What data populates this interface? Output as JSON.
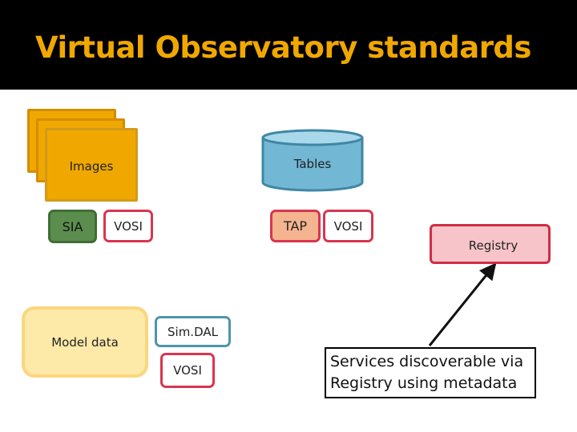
{
  "slide": {
    "title": "Virtual Observatory standards",
    "colors": {
      "title": "#f0a800",
      "banner": "#000000"
    }
  },
  "images": {
    "label": "Images"
  },
  "tables": {
    "label": "Tables"
  },
  "sia": {
    "label": "SIA"
  },
  "vosi_images": {
    "label": "VOSI"
  },
  "tap": {
    "label": "TAP"
  },
  "vosi_tables": {
    "label": "VOSI"
  },
  "registry": {
    "label": "Registry"
  },
  "model": {
    "label": "Model data"
  },
  "simdal": {
    "label": "Sim.DAL"
  },
  "vosi_model": {
    "label": "VOSI"
  },
  "caption": {
    "line1": "Services discoverable via",
    "line2": "Registry using metadata"
  }
}
